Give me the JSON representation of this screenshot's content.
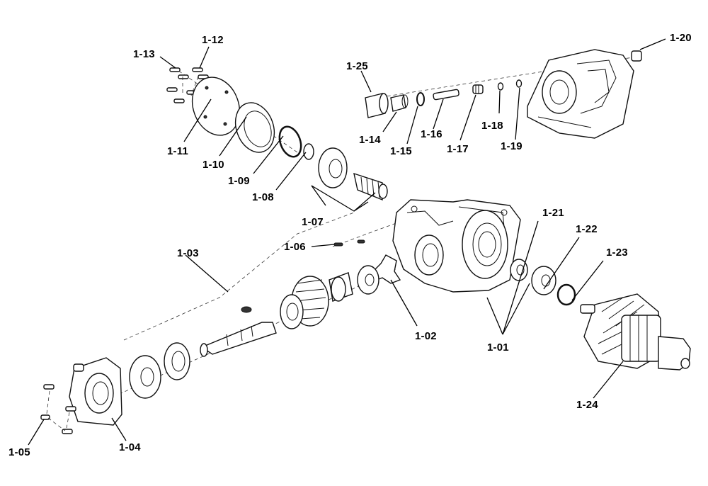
{
  "diagram": {
    "part_labels": {
      "p1_01": "1-01",
      "p1_02": "1-02",
      "p1_03": "1-03",
      "p1_04": "1-04",
      "p1_05": "1-05",
      "p1_06": "1-06",
      "p1_07": "1-07",
      "p1_08": "1-08",
      "p1_09": "1-09",
      "p1_10": "1-10",
      "p1_11": "1-11",
      "p1_12": "1-12",
      "p1_13": "1-13",
      "p1_14": "1-14",
      "p1_15": "1-15",
      "p1_16": "1-16",
      "p1_17": "1-17",
      "p1_18": "1-18",
      "p1_19": "1-19",
      "p1_20": "1-20",
      "p1_21": "1-21",
      "p1_22": "1-22",
      "p1_23": "1-23",
      "p1_24": "1-24",
      "p1_25": "1-25"
    }
  }
}
